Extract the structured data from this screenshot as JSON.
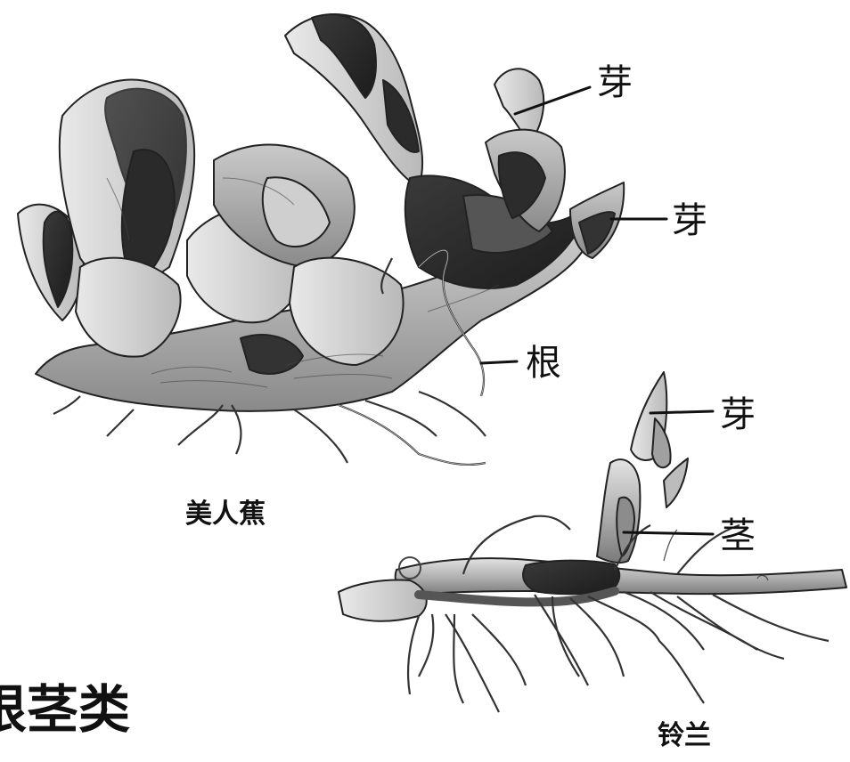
{
  "labels": {
    "canna_bud_1": "芽",
    "canna_bud_2": "芽",
    "canna_root": "根",
    "lily_bud": "芽",
    "lily_stem": "茎"
  },
  "captions": {
    "canna": "美人蕉",
    "lily": "铃兰",
    "section_title": "根茎类"
  }
}
